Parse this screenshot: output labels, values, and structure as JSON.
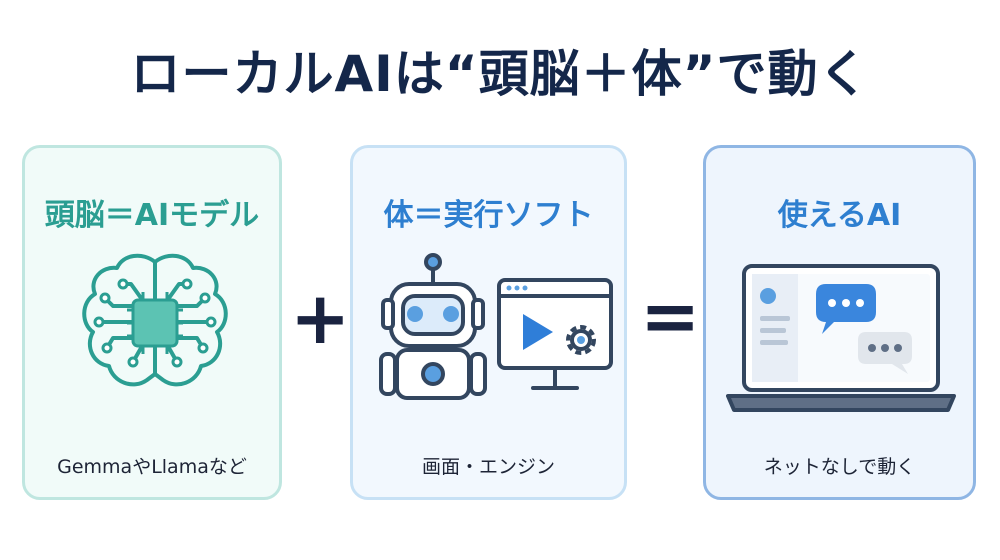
{
  "title": "ローカルAIは“頭脳＋体”で動く",
  "operators": {
    "plus": "+",
    "equals": "="
  },
  "cards": [
    {
      "title": "頭脳＝AIモデル",
      "caption": "GemmaやLlamaなど",
      "icon": "brain-chip-icon",
      "color": "#2b9e92"
    },
    {
      "title": "体＝実行ソフト",
      "caption": "画面・エンジン",
      "icon": "robot-and-monitor-icon",
      "color": "#2e7fd0"
    },
    {
      "title": "使えるAI",
      "caption": "ネットなしで動く",
      "icon": "laptop-chat-icon",
      "color": "#2e7fd0"
    }
  ]
}
